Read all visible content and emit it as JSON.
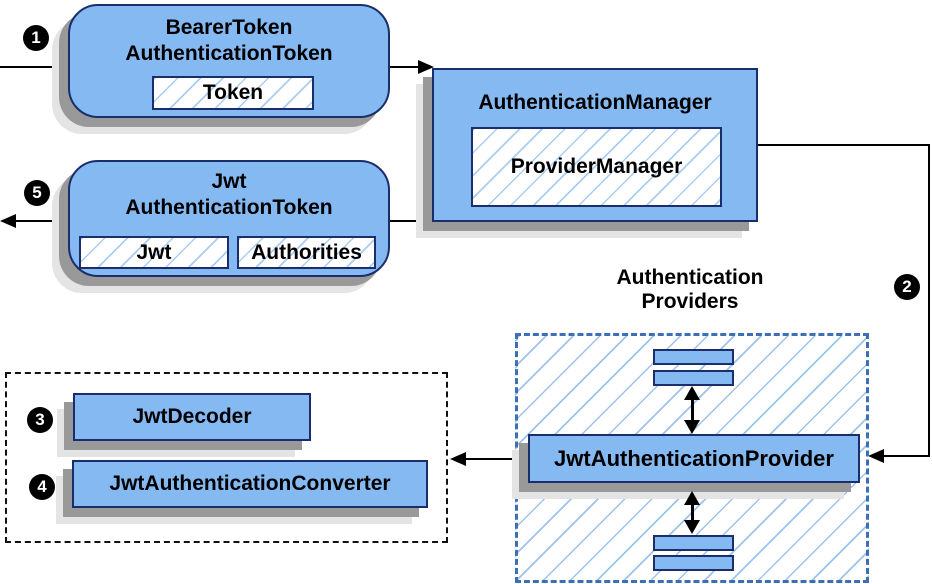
{
  "nodes": {
    "bearer_token": {
      "title_line1": "BearerToken",
      "title_line2": "AuthenticationToken",
      "chip_token": "Token"
    },
    "authentication_manager": {
      "title": "AuthenticationManager",
      "chip_provider_manager": "ProviderManager"
    },
    "jwt_authentication_token": {
      "title_line1": "Jwt",
      "title_line2": "AuthenticationToken",
      "chip_jwt": "Jwt",
      "chip_authorities": "Authorities"
    },
    "authentication_providers": {
      "label_line1": "Authentication",
      "label_line2": "Providers",
      "provider": "JwtAuthenticationProvider"
    },
    "converters": {
      "decoder": "JwtDecoder",
      "converter": "JwtAuthenticationConverter"
    }
  },
  "steps": {
    "step1": "1",
    "step2": "2",
    "step3": "3",
    "step4": "4",
    "step5": "5"
  },
  "colors": {
    "node_fill": "#84b9f2",
    "node_border": "#1b2d6b",
    "hatch_line": "#a9cdf3",
    "providers_dash_border": "#3d6fb6",
    "converters_dash_border": "#111111",
    "shadow_dark": "#999999",
    "shadow_light": "#e4e4e4",
    "connector": "#000000",
    "step_badge_bg": "#000000",
    "step_badge_fg": "#ffffff"
  }
}
